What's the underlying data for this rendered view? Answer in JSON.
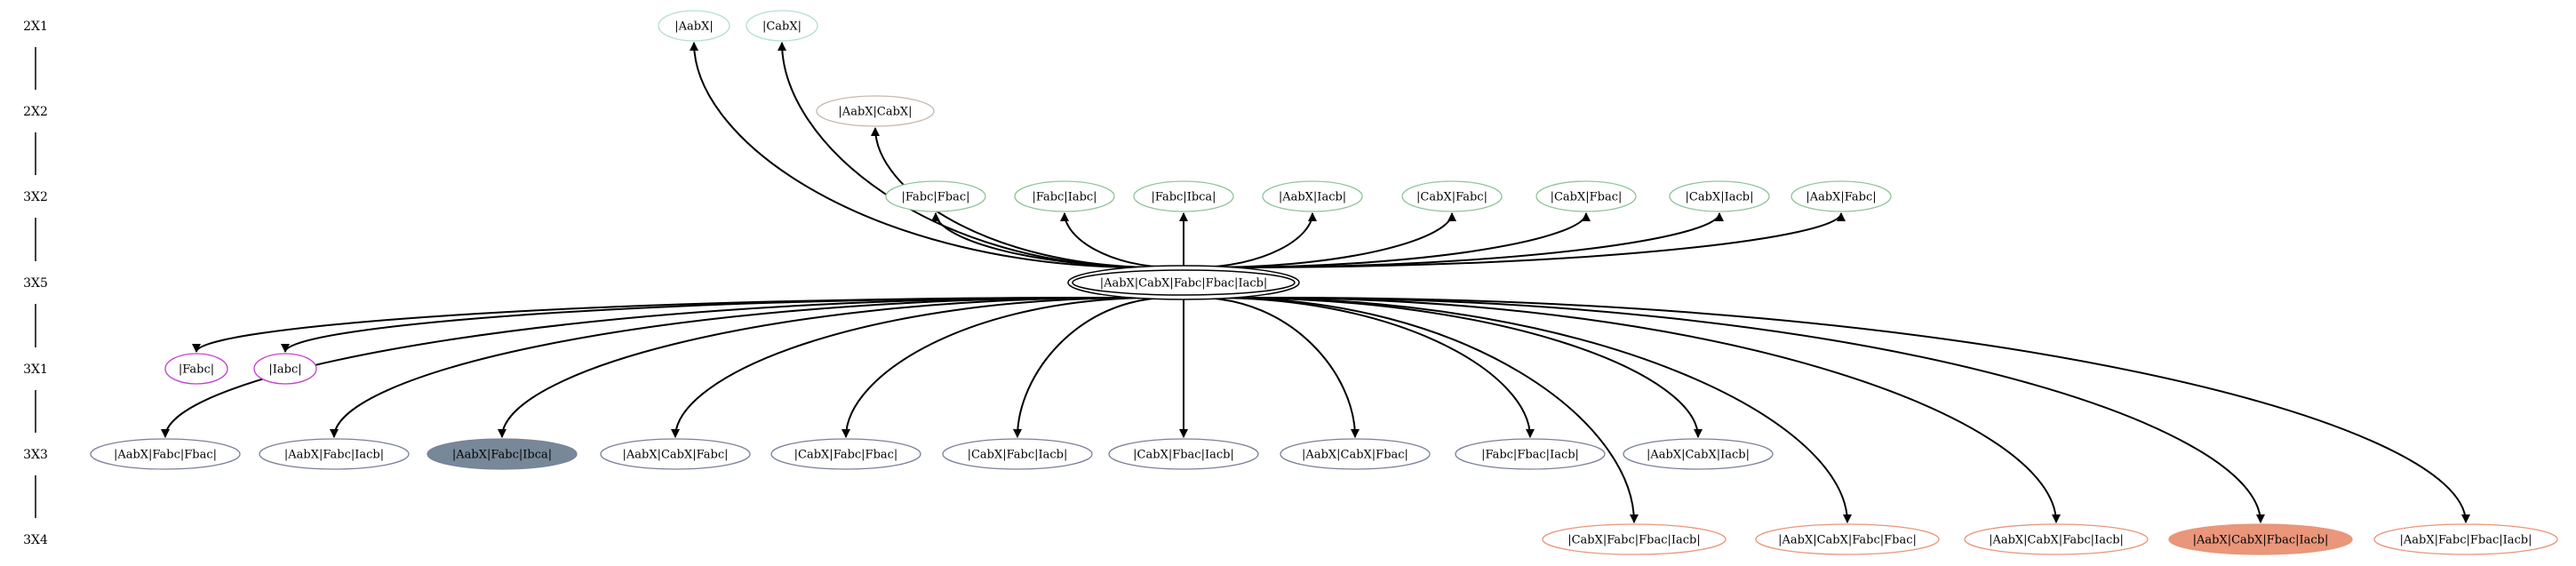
{
  "ranks": [
    "2X1",
    "2X2",
    "3X2",
    "3X5",
    "3X1",
    "3X3",
    "3X4"
  ],
  "center": "|AabX|CabX|Fabc|Fbac|Iacb|",
  "groups": {
    "2X1": {
      "color": "#b5dcd7",
      "nodes": [
        {
          "label": "|AabX|"
        },
        {
          "label": "|CabX|"
        }
      ]
    },
    "2X2": {
      "color": "#c9b8ad",
      "nodes": [
        {
          "label": "|AabX|CabX|"
        }
      ]
    },
    "3X2": {
      "color": "#8fc49a",
      "nodes": [
        {
          "label": "|Fabc|Fbac|"
        },
        {
          "label": "|Fabc|Iabc|"
        },
        {
          "label": "|Fabc|Ibca|"
        },
        {
          "label": "|AabX|Iacb|"
        },
        {
          "label": "|CabX|Fabc|"
        },
        {
          "label": "|CabX|Fbac|"
        },
        {
          "label": "|CabX|Iacb|"
        },
        {
          "label": "|AabX|Fabc|"
        }
      ]
    },
    "3X1": {
      "color": "#c23fc9",
      "nodes": [
        {
          "label": "|Fabc|"
        },
        {
          "label": "|Iabc|"
        }
      ]
    },
    "3X3": {
      "color": "#7a8199",
      "nodes": [
        {
          "label": "|AabX|Fabc|Fbac|"
        },
        {
          "label": "|AabX|Fabc|Iacb|"
        },
        {
          "label": "|AabX|Fabc|Ibca|",
          "filled": "#778899"
        },
        {
          "label": "|AabX|CabX|Fabc|"
        },
        {
          "label": "|CabX|Fabc|Fbac|"
        },
        {
          "label": "|CabX|Fabc|Iacb|"
        },
        {
          "label": "|CabX|Fbac|Iacb|"
        },
        {
          "label": "|AabX|CabX|Fbac|"
        },
        {
          "label": "|Fabc|Fbac|Iacb|"
        },
        {
          "label": "|AabX|CabX|Iacb|"
        }
      ]
    },
    "3X4": {
      "color": "#e9967a",
      "nodes": [
        {
          "label": "|CabX|Fabc|Fbac|Iacb|"
        },
        {
          "label": "|AabX|CabX|Fabc|Fbac|"
        },
        {
          "label": "|AabX|CabX|Fabc|Iacb|"
        },
        {
          "label": "|AabX|CabX|Fbac|Iacb|",
          "filled": "#e9967a"
        },
        {
          "label": "|AabX|Fabc|Fbac|Iacb|"
        }
      ]
    }
  }
}
